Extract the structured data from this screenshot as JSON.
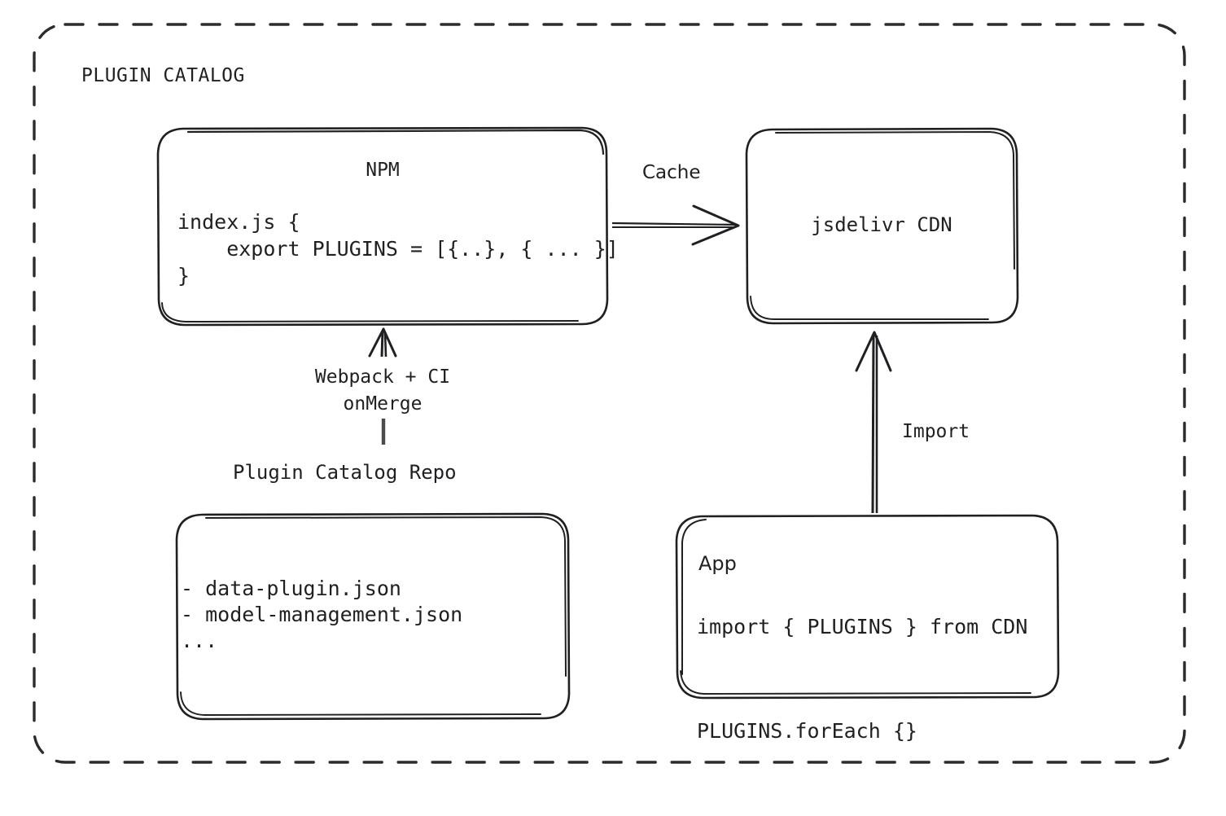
{
  "diagram": {
    "container_label": "PLUGIN CATALOG",
    "stroke_color": "#1f2023",
    "background_color": "#ffffff"
  },
  "nodes": {
    "npm": {
      "title": "NPM",
      "code_lines": "index.js {\n    export PLUGINS = [{..}, { ... }]\n}"
    },
    "cdn": {
      "title": "jsdelivr CDN"
    },
    "repo": {
      "caption": "Plugin Catalog Repo",
      "items": "- data-plugin.json\n- model-management.json\n..."
    },
    "app": {
      "title": "App",
      "code_lines": "import { PLUGINS } from CDN\n\nPLUGINS.forEach {}"
    }
  },
  "edges": {
    "cache": "Cache",
    "webpack": "Webpack + CI\nonMerge",
    "import": "Import"
  }
}
